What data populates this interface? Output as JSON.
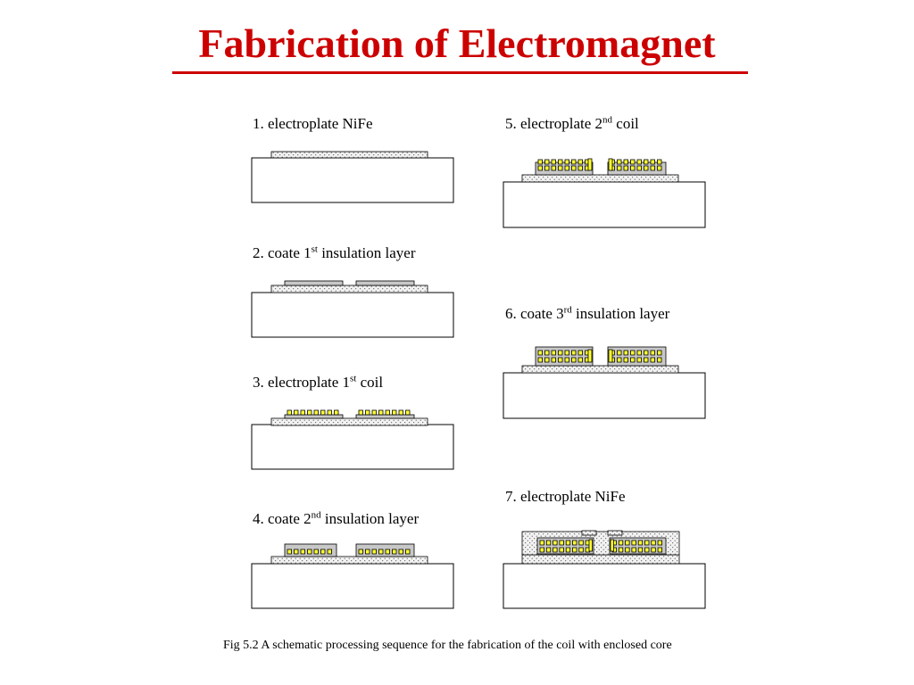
{
  "title": "Fabrication of Electromagnet",
  "steps": [
    {
      "number": "1.",
      "text": "electroplate NiFe"
    },
    {
      "number": "2.",
      "pre": "coate 1",
      "sup": "st",
      "post": "insulation layer"
    },
    {
      "number": "3.",
      "pre": "electroplate 1",
      "sup": "st",
      "post": "coil"
    },
    {
      "number": "4.",
      "pre": "coate 2",
      "sup": "nd",
      "post": "insulation layer"
    },
    {
      "number": "5.",
      "pre": "electroplate 2",
      "sup": "nd",
      "post": "coil"
    },
    {
      "number": "6.",
      "pre": "coate 3",
      "sup": "rd",
      "post": "insulation layer"
    },
    {
      "number": "7.",
      "text": "electroplate NiFe"
    }
  ],
  "caption": "Fig 5.2 A schematic processing sequence for the fabrication of the coil with enclosed core",
  "colors": {
    "title": "#cc0000",
    "coil": "#ffff33",
    "insulation": "#c8c8c8",
    "nife_fill": "#f2f2f2",
    "outline": "#000000"
  }
}
